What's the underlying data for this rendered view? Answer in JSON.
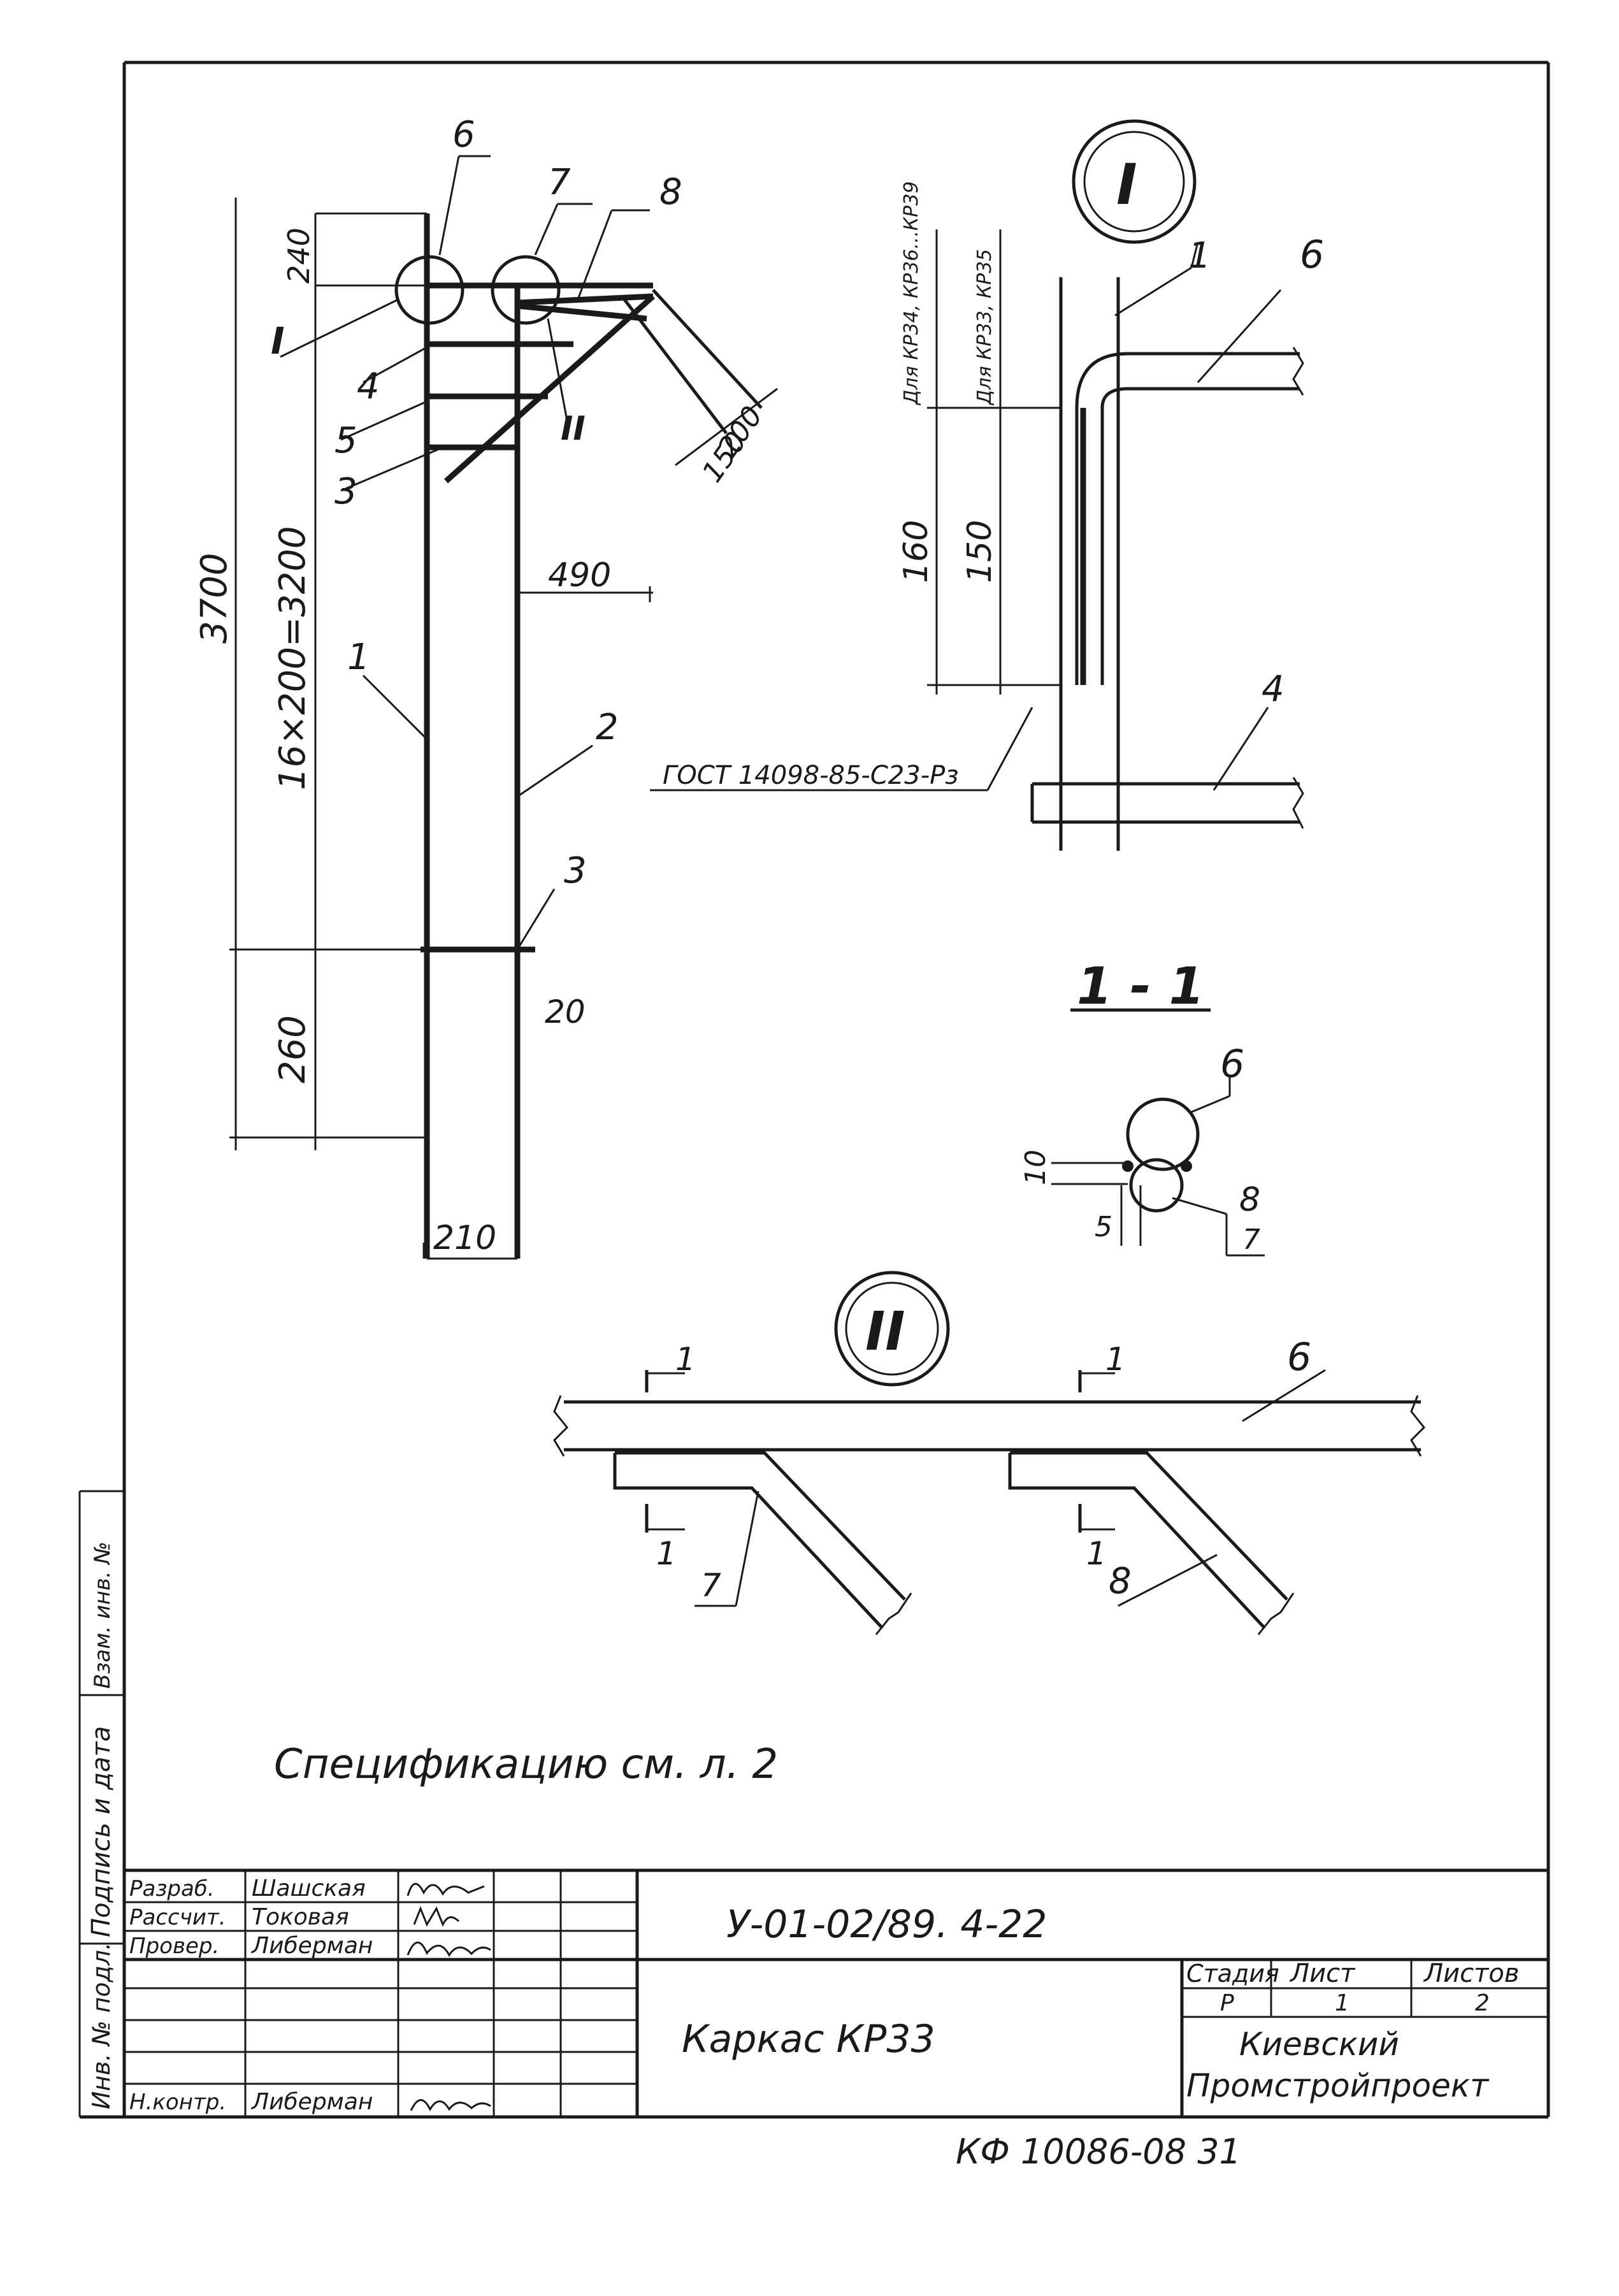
{
  "drawing": {
    "callouts": {
      "c1": "1",
      "c2": "2",
      "c3a": "3",
      "c3b": "3",
      "c4": "4",
      "c5": "5",
      "c6": "6",
      "c7": "7",
      "c8": "8",
      "d1_1": "1",
      "d1_6": "6",
      "d1_4": "4",
      "s_6": "6",
      "s_8": "8",
      "s_7": "7",
      "d2_6": "6",
      "d2_7": "7",
      "d2_8": "8",
      "cut1a": "1",
      "cut1b": "1",
      "cut1c": "1",
      "cut1d": "1"
    },
    "detail_marks": {
      "m1": "I",
      "m2": "II",
      "big1": "I",
      "big2": "II"
    },
    "section_title": "1 - 1",
    "dims": {
      "d240": "240",
      "d200": "200",
      "d150": "150",
      "d490": "490",
      "d3700": "3700",
      "d16x200": "16×200=3200",
      "d260": "260",
      "d20": "20",
      "d210": "210",
      "d160": "160",
      "d150b": "150",
      "d10": "10",
      "d5": "5"
    },
    "rotated_notes": {
      "n1": "Для КР34, КР36...КР39",
      "n2": "Для КР33, КР35"
    },
    "weld_note": "ГОСТ 14098-85-С23-Рз",
    "spec_note": "Спецификацию см. л. 2"
  },
  "side_stamp": {
    "inv_orig": "Инв. № подл.",
    "sign_date": "Подпись и дата",
    "inv_vzam": "Взам. инв. №"
  },
  "title_block": {
    "roles": [
      "Разраб.",
      "Рассчит.",
      "Провер.",
      "",
      "",
      "",
      "Н.контр."
    ],
    "names": [
      "Шашская",
      "Токовая",
      "Либерман",
      "",
      "",
      "",
      "Либерман"
    ],
    "doc_code": "У-01-02/89. 4-22",
    "title": "Каркас КР33",
    "stage_h": "Стадия",
    "sheet_h": "Лист",
    "sheets_h": "Листов",
    "stage_v": "Р",
    "sheet_v": "1",
    "sheets_v": "2",
    "org_line1": "Киевский",
    "org_line2": "Промстройпроект"
  },
  "footer_code": "КФ 10086-08  31"
}
